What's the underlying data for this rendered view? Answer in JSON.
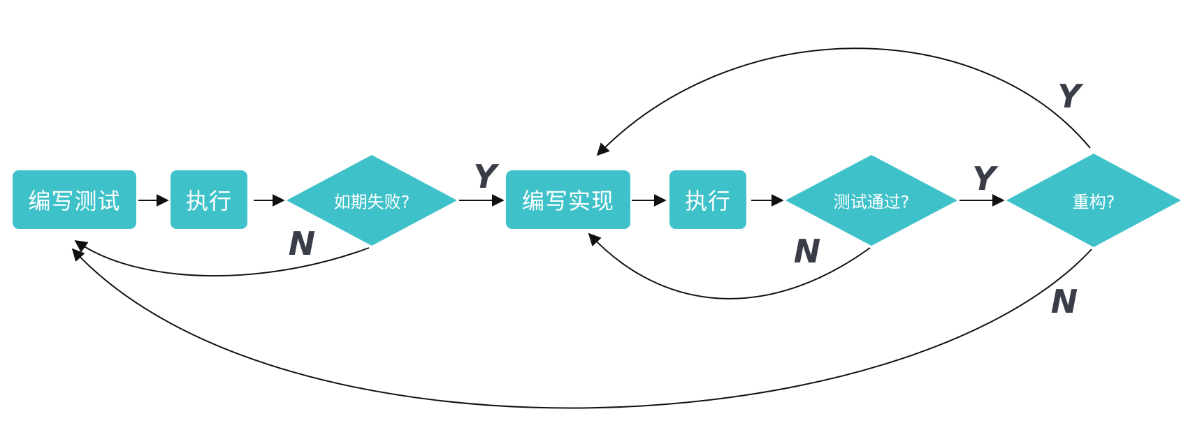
{
  "diagram": {
    "title": "TDD flow",
    "colors": {
      "node_fill": "#3ec1c9",
      "node_text": "#ffffff",
      "edge": "#111111",
      "branch_label": "#3a3d48"
    },
    "nodes": {
      "write_test": "编写测试",
      "execute_1": "执行",
      "expect_fail": "如期失败?",
      "write_impl": "编写实现",
      "execute_2": "执行",
      "tests_pass": "测试通过?",
      "refactor": "重构?"
    },
    "branch_labels": {
      "expect_fail_yes": "Y",
      "expect_fail_no": "N",
      "tests_pass_yes": "Y",
      "tests_pass_no": "N",
      "refactor_yes": "Y",
      "refactor_no": "N"
    }
  }
}
